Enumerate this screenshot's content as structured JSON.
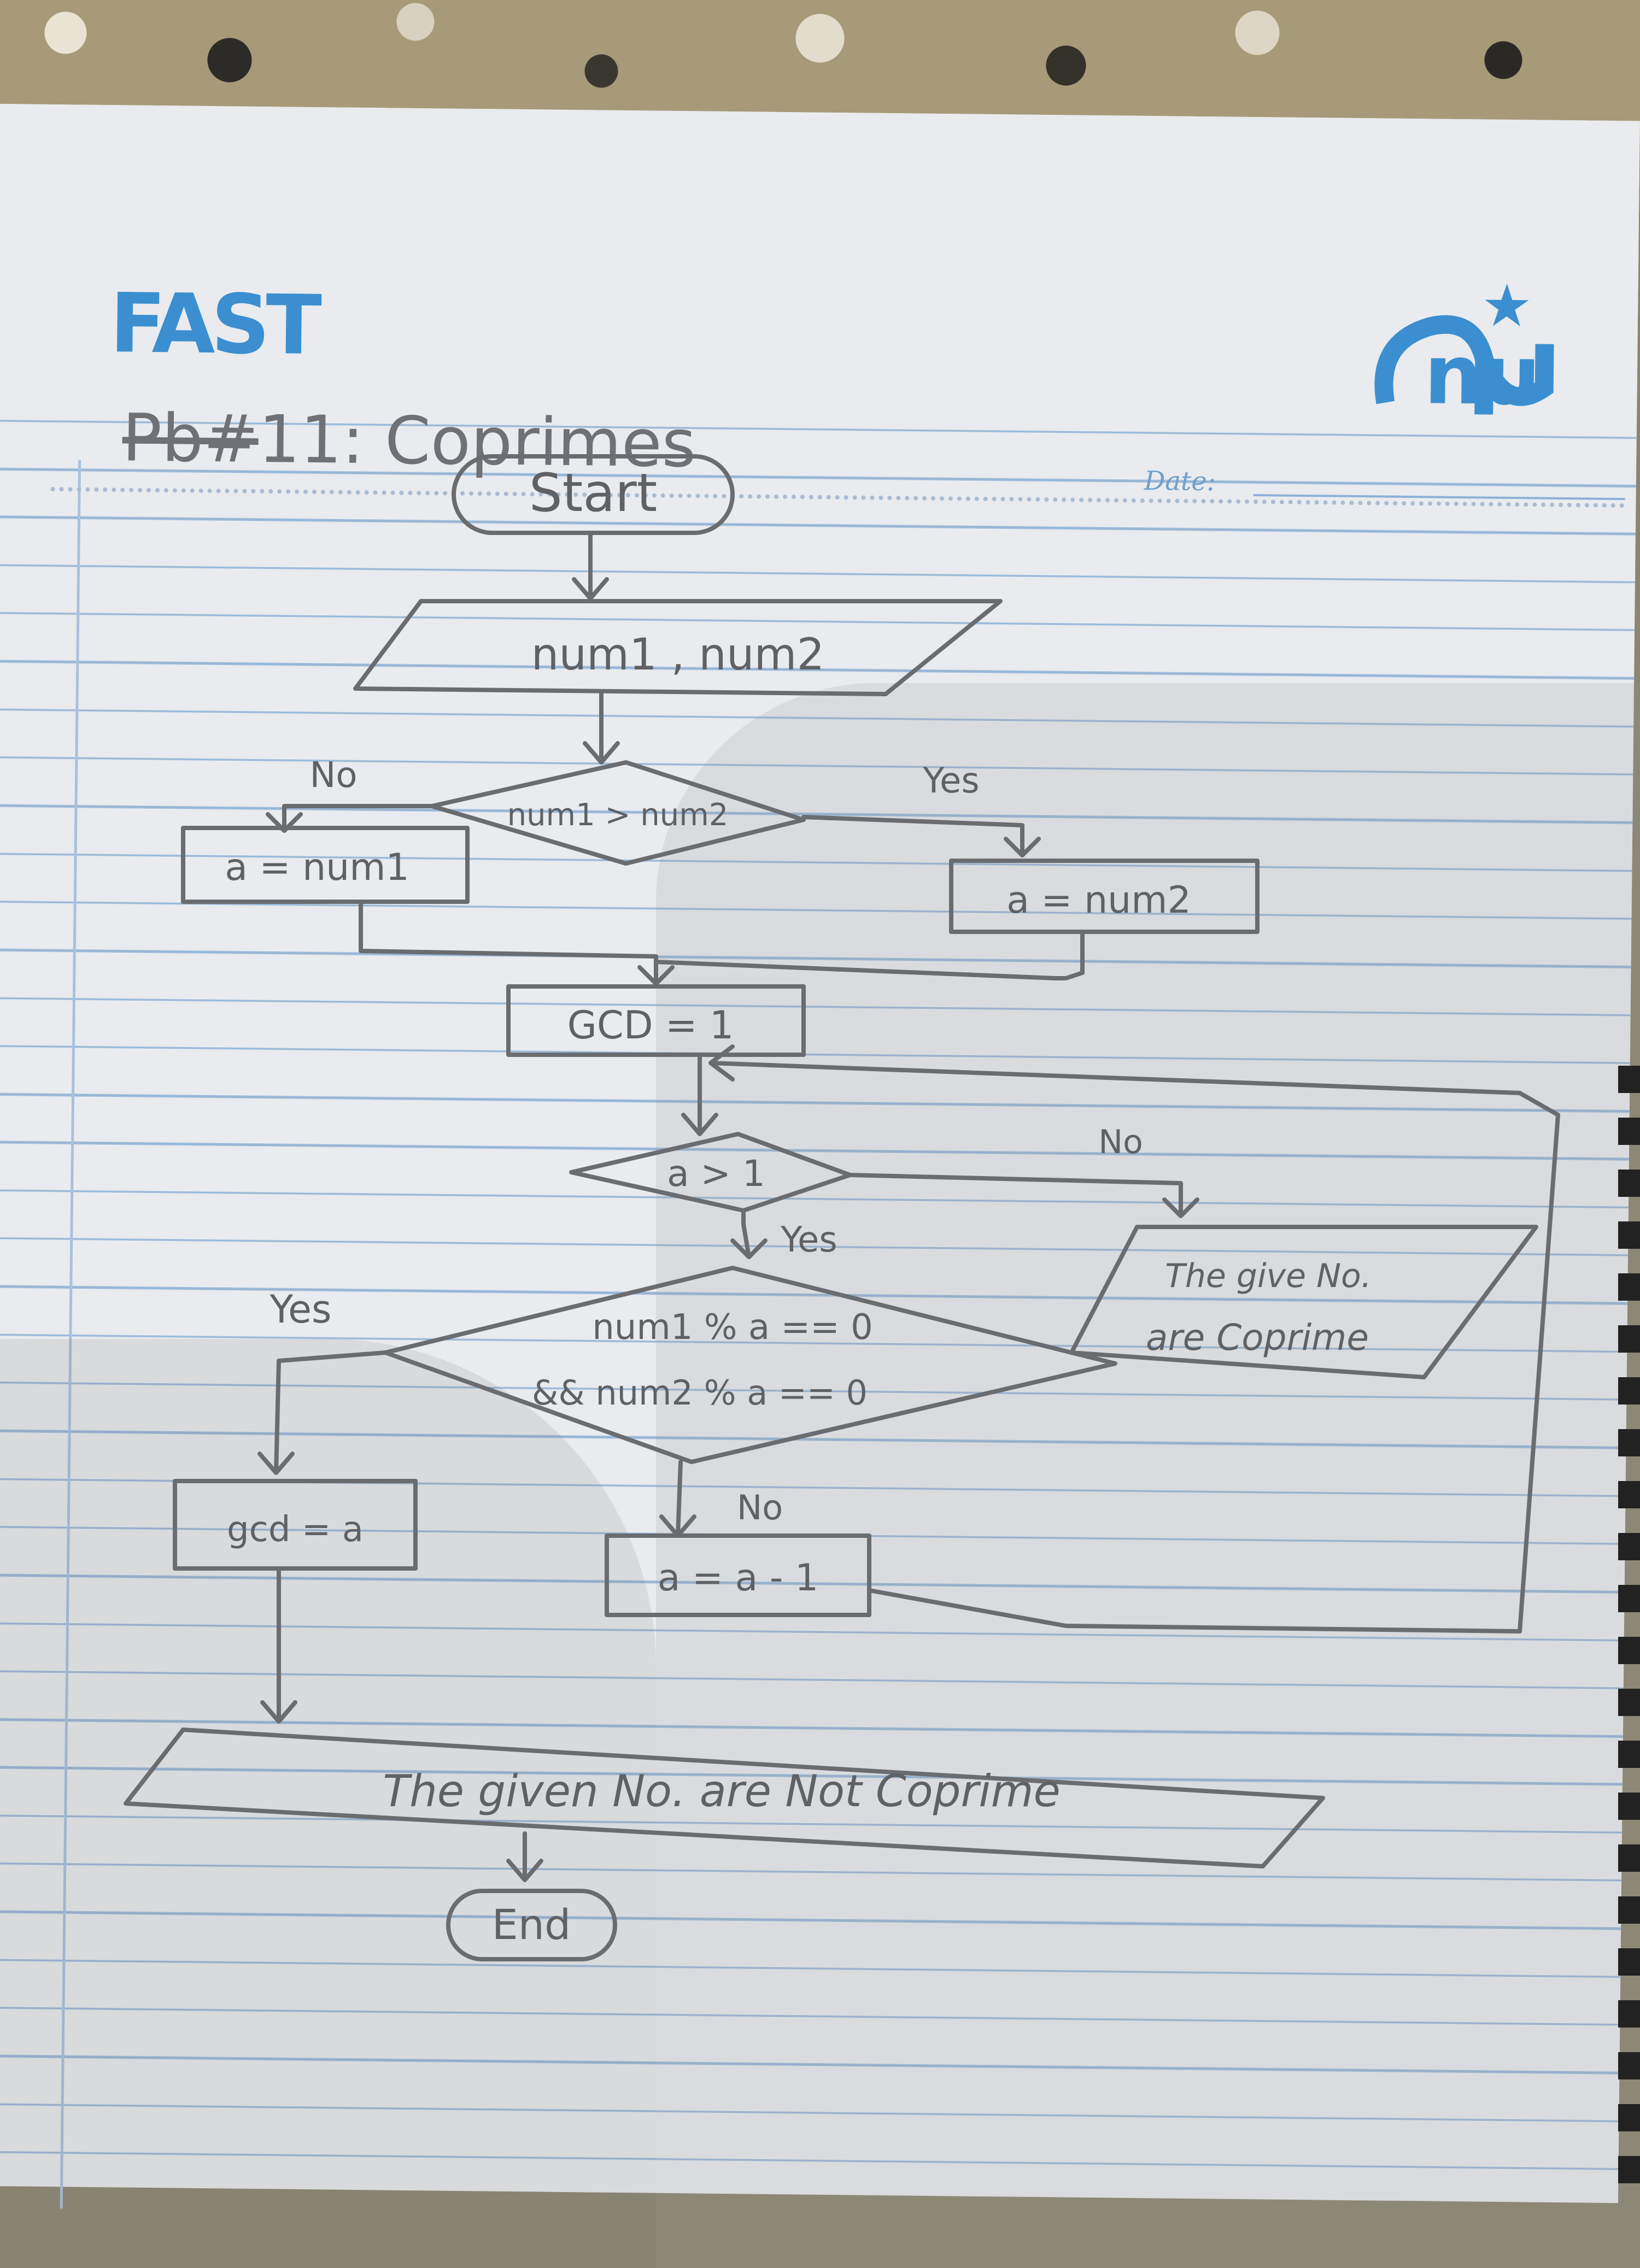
{
  "header": {
    "logo_left": "FAST",
    "logo_right": "nu",
    "title_strike": "Pb#",
    "title_rest": "11: Coprimes",
    "date_label": "Date:"
  },
  "flowchart": {
    "start": "Start",
    "input": "num1 , num2",
    "compare": "num1 > num2",
    "compare_yes": "Yes",
    "compare_no": "No",
    "assign_num1": "a = num1",
    "assign_num2": "a = num2",
    "gcd_init": "GCD = 1",
    "loop_cond": "a > 1",
    "loop_yes": "Yes",
    "loop_no": "No",
    "divides_line1": "num1 % a == 0",
    "divides_line2": "&& num2 % a == 0",
    "divides_yes": "Yes",
    "divides_no": "No",
    "gcd_assign": "gcd = a",
    "decrement": "a = a - 1",
    "output_coprime_line1": "The give No.",
    "output_coprime_line2": "are Coprime",
    "output_not_coprime": "The given No. are Not Coprime",
    "end": "End"
  },
  "colors": {
    "paper": "#e9ebee",
    "ruled_line": "#98b6d6",
    "pencil": "#6a6c70",
    "logo_blue": "#3b8fd0"
  }
}
